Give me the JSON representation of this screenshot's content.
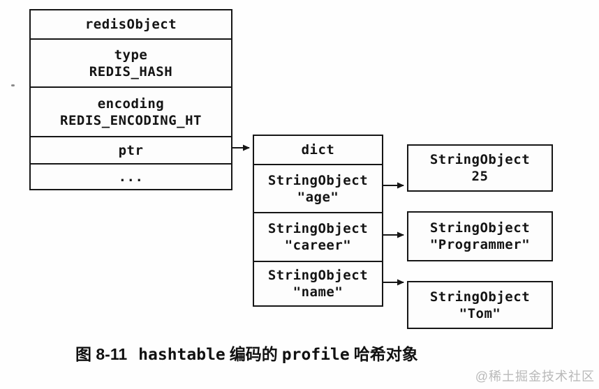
{
  "figure": {
    "left_box": {
      "header": "redisObject",
      "type_label": "type",
      "type_value": "REDIS_HASH",
      "encoding_label": "encoding",
      "encoding_value": "REDIS_ENCODING_HT",
      "ptr_label": "ptr",
      "ellipsis": "..."
    },
    "dict_box": {
      "header": "dict",
      "keys": [
        {
          "line1": "StringObject",
          "line2": "\"age\""
        },
        {
          "line1": "StringObject",
          "line2": "\"career\""
        },
        {
          "line1": "StringObject",
          "line2": "\"name\""
        }
      ]
    },
    "value_boxes": [
      {
        "line1": "StringObject",
        "line2": "25"
      },
      {
        "line1": "StringObject",
        "line2": "\"Programmer\""
      },
      {
        "line1": "StringObject",
        "line2": "\"Tom\""
      }
    ],
    "caption": {
      "figure_label": "图 8-11",
      "code_word1": "hashtable",
      "middle_text": "编码的",
      "code_word2": "profile",
      "tail_text": "哈希对象"
    },
    "watermark": "@稀土掘金技术社区",
    "colors": {
      "ink": "#161616",
      "background": "#fefefe",
      "watermark_gray": "#b9b9b9"
    }
  }
}
